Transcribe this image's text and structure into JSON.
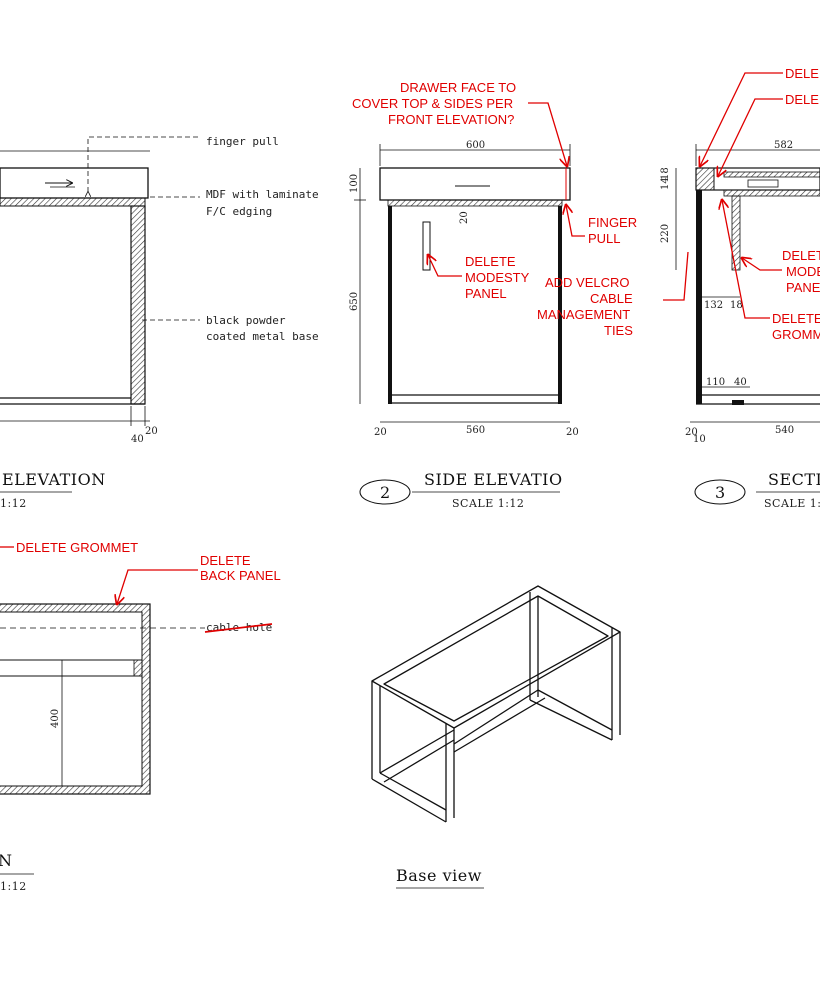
{
  "view1": {
    "title": "ELEVATION",
    "scale": "1:12",
    "labels": {
      "finger_pull": "finger pull",
      "mdf_line1": "MDF with laminate",
      "mdf_line2": "F/C edging",
      "base_line1": "black powder",
      "base_line2": "coated metal base"
    },
    "dims": {
      "d40": "40",
      "d20": "20"
    }
  },
  "view2": {
    "number": "2",
    "title": "SIDE ELEVATIO",
    "scale": "SCALE 1:12",
    "dims": {
      "top": "600",
      "h100": "100",
      "h650": "650",
      "w560": "560",
      "l20": "20",
      "r20": "20",
      "v20": "20"
    },
    "markups": {
      "drawer_face": [
        "DRAWER FACE TO",
        "COVER TOP & SIDES PER",
        "FRONT ELEVATION?"
      ],
      "finger_pull": [
        "FINGER",
        "PULL"
      ],
      "modesty": [
        "DELETE",
        "MODESTY",
        "PANEL"
      ],
      "velcro": [
        "ADD VELCRO",
        "CABLE",
        "MANAGEMENT",
        "TIES"
      ]
    }
  },
  "view3": {
    "number": "3",
    "title": "SECTIO",
    "scale": "SCALE 1:",
    "dims": {
      "top": "582",
      "d18": "18",
      "d14": "14",
      "d220": "220",
      "d132": "132",
      "d18b": "18",
      "d110": "110",
      "d40": "40",
      "d540": "540",
      "d20": "20",
      "d10": "10"
    },
    "markups": {
      "dele1": "DELE",
      "dele2": "DELE",
      "modesty": [
        "DELETE",
        "MODE",
        "PANE"
      ],
      "grommet": [
        "DELETE",
        "GROMM"
      ]
    }
  },
  "view4": {
    "title": "N",
    "scale": "1:12",
    "labels": {
      "cable_hole": "cable hole"
    },
    "dims": {
      "d400": "400"
    },
    "markups": {
      "grommet": "DELETE GROMMET",
      "back_panel": [
        "DELETE",
        "BACK PANEL"
      ]
    }
  },
  "view5": {
    "title": "Base view"
  },
  "colors": {
    "markup": "#e00000",
    "line": "#111111",
    "hatch": "#333333"
  }
}
